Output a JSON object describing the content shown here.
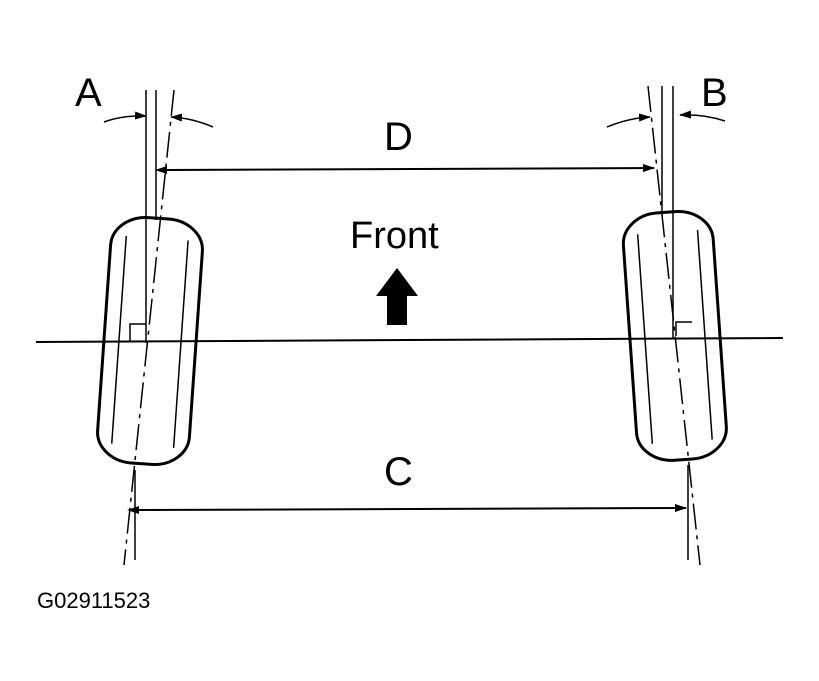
{
  "labels": {
    "a": "A",
    "b": "B",
    "c": "C",
    "d": "D",
    "front": "Front",
    "figure_code": "G02911523"
  },
  "colors": {
    "line": "#000000",
    "background": "#ffffff"
  },
  "icons": {
    "direction": "up-arrow-icon"
  }
}
